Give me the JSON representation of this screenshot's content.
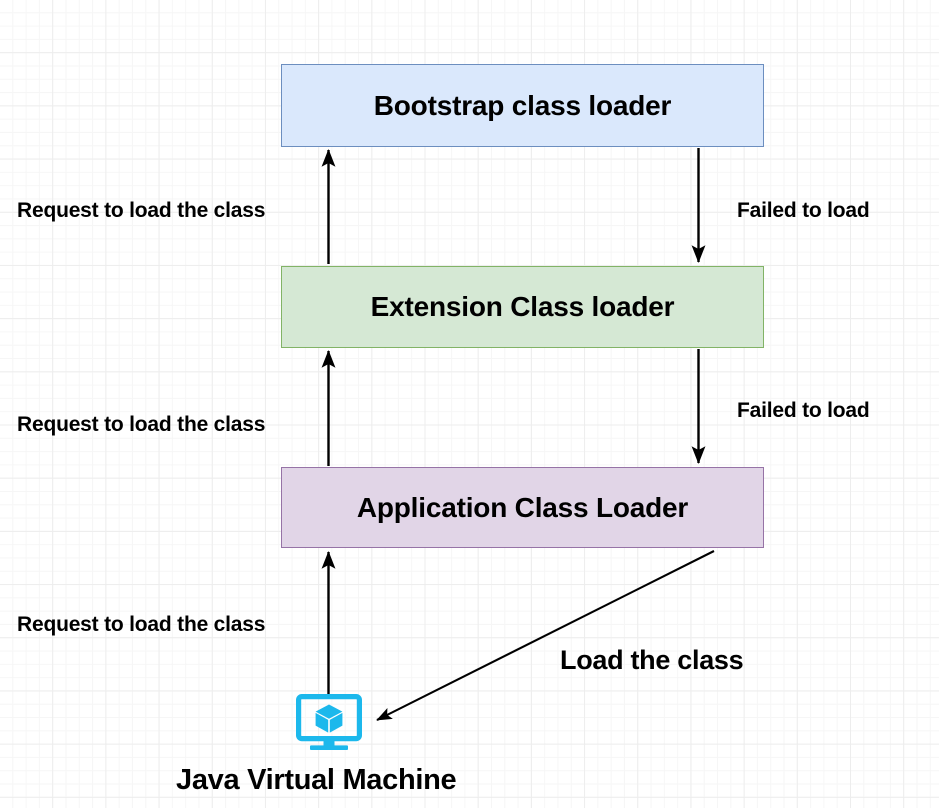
{
  "diagram": {
    "title_text": "Java Virtual Machine",
    "nodes": [
      {
        "id": "bootstrap",
        "label": "Bootstrap class loader",
        "fill": "#dae8fc",
        "stroke": "#6c8ebf"
      },
      {
        "id": "extension",
        "label": "Extension Class loader",
        "fill": "#d5e8d4",
        "stroke": "#82b366"
      },
      {
        "id": "application",
        "label": "Application Class Loader",
        "fill": "#e1d5e7",
        "stroke": "#9673a6"
      }
    ],
    "edges": [
      {
        "id": "req-jvm-to-app",
        "label": "Request to load the class",
        "direction": "up"
      },
      {
        "id": "req-app-to-ext",
        "label": "Request to load the class",
        "direction": "up"
      },
      {
        "id": "req-ext-to-boot",
        "label": "Request to load the class",
        "direction": "up"
      },
      {
        "id": "fail-boot-to-ext",
        "label": "Failed to load",
        "direction": "down"
      },
      {
        "id": "fail-ext-to-app",
        "label": "Failed to load",
        "direction": "down"
      },
      {
        "id": "load-app-to-jvm",
        "label": "Load the class",
        "direction": "diagonal-down-left"
      }
    ],
    "icon": {
      "name": "monitor-cube-icon",
      "color": "#1cb8ec"
    },
    "arrow_color": "#000000",
    "background": "#ffffff"
  }
}
